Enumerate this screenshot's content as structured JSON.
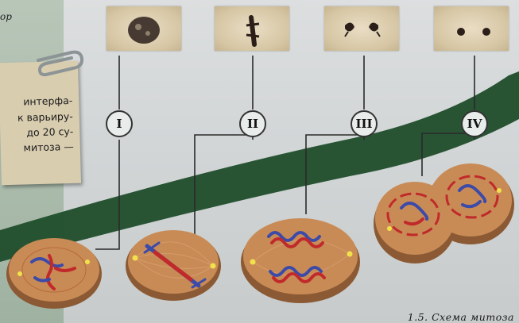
{
  "header": {
    "top_left_text": "ор"
  },
  "note": {
    "lines": [
      "интерфа-",
      "к варьиру-",
      "до 20 су-",
      "митоза —"
    ]
  },
  "stages": [
    {
      "numeral": "I"
    },
    {
      "numeral": "II"
    },
    {
      "numeral": "III"
    },
    {
      "numeral": "IV"
    }
  ],
  "caption": "1.5. Схема митоза",
  "colors": {
    "arc": "#1f4d2b",
    "cell_fill": "#c98b56",
    "chromosome_blue": "#3c4aa8",
    "chromosome_red": "#c02a2a",
    "centriole": "#f2e24a"
  },
  "icons": {
    "paperclip": "paperclip-icon"
  }
}
